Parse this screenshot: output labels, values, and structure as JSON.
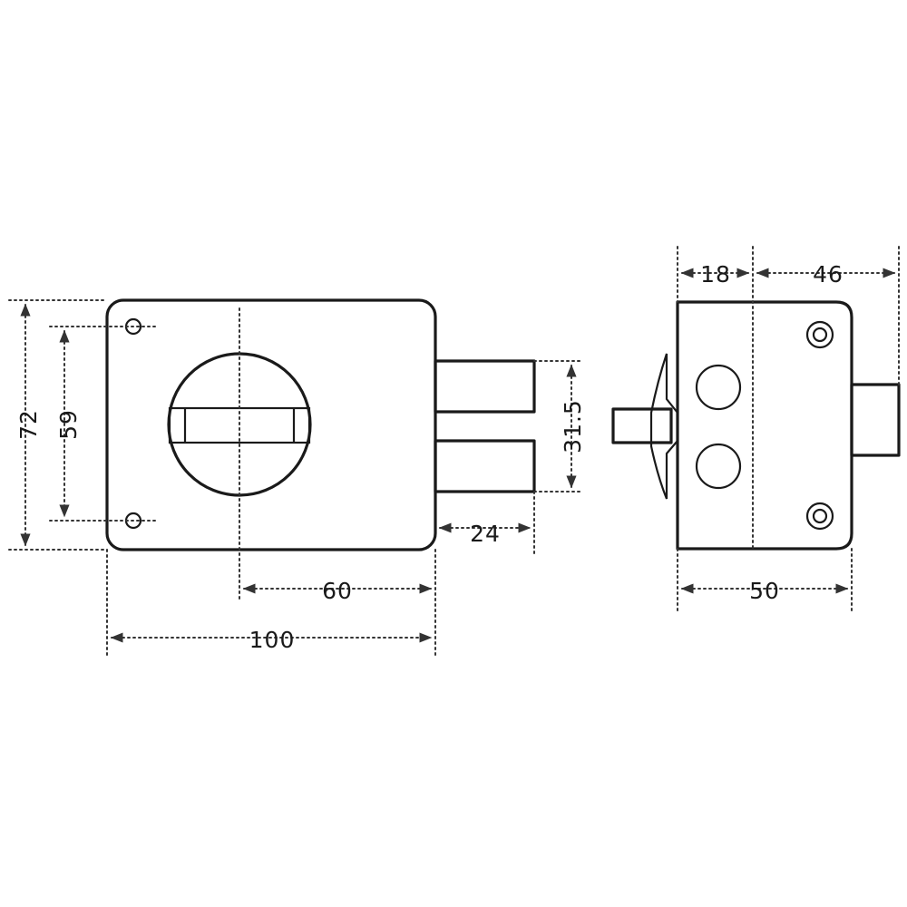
{
  "dimensions": {
    "overall_width": "100",
    "overall_height": "72",
    "hole_spacing": "59",
    "cylinder_offset": "60",
    "bolt_projection": "24",
    "bolt_span": "31.5",
    "cylinder_projection": "18",
    "body_depth_top": "46",
    "body_depth": "50"
  },
  "colors": {
    "line": "#1a1a1a",
    "background": "#ffffff"
  }
}
